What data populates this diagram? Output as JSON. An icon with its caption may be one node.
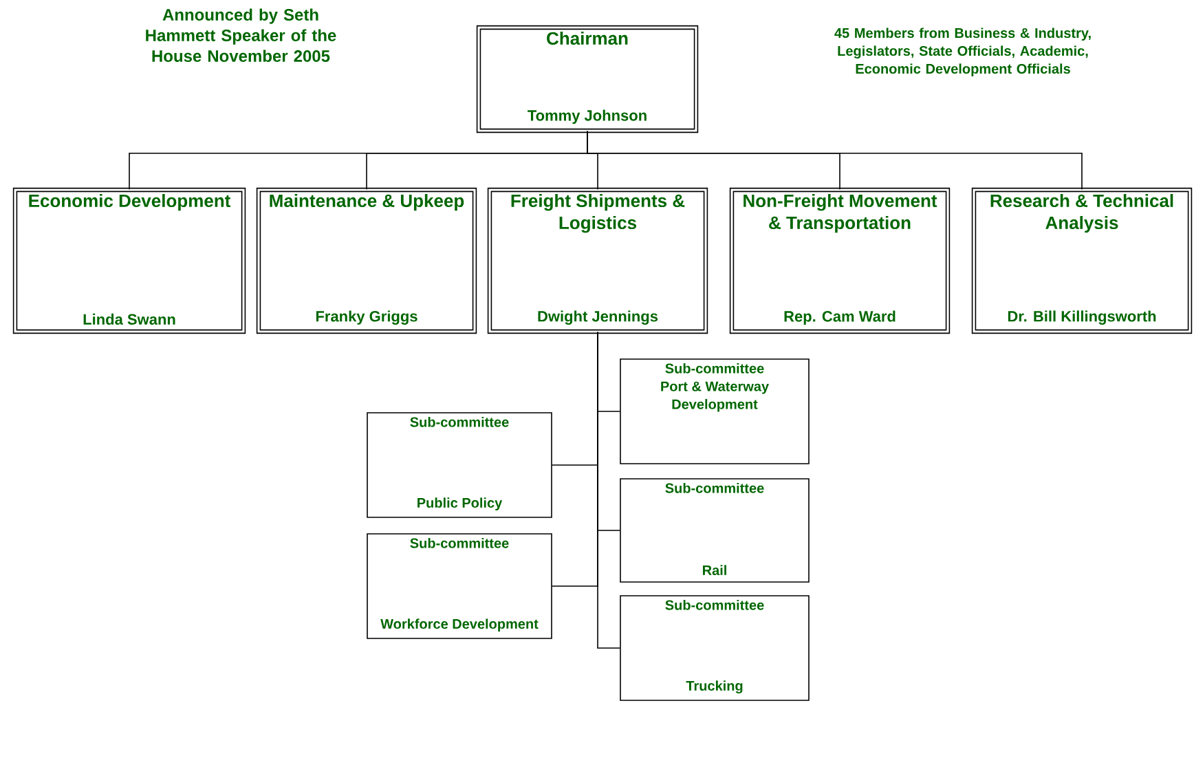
{
  "diagram": {
    "nodes": [
      {
        "text": [
          "Chairman",
          "Tommy Johnson"
        ]
      },
      {
        "text": [
          "Economic Development",
          "Linda Swann"
        ]
      },
      {
        "text": [
          "Maintenance & Upkeep",
          "Franky Griggs"
        ]
      },
      {
        "text": [
          "Freight Shipments & Logistics",
          "Dwight Jennings"
        ]
      },
      {
        "text": [
          "Non-Freight Movement & Transportation",
          "Rep. Cam Ward"
        ]
      },
      {
        "text": [
          "Research & Technical Analysis",
          "Dr. Bill Killingsworth"
        ]
      },
      {
        "text": [
          "Sub-committee",
          "Port & Waterway Development"
        ]
      },
      {
        "text": [
          "Sub-committee",
          "Public Policy"
        ]
      },
      {
        "text": [
          "Sub-committee",
          "Rail"
        ]
      },
      {
        "text": [
          "Sub-committee",
          "Workforce Development"
        ]
      },
      {
        "text": [
          "Sub-committee",
          "Trucking"
        ]
      }
    ],
    "edges": [
      {
        "from": 0,
        "to": 1,
        "arrow": "none"
      },
      {
        "from": 0,
        "to": 2,
        "arrow": "none"
      },
      {
        "from": 0,
        "to": 3,
        "arrow": "none"
      },
      {
        "from": 0,
        "to": 4,
        "arrow": "none"
      },
      {
        "from": 0,
        "to": 5,
        "arrow": "none"
      },
      {
        "from": 3,
        "to": 6,
        "arrow": "none"
      },
      {
        "from": 3,
        "to": 7,
        "arrow": "none"
      },
      {
        "from": 3,
        "to": 8,
        "arrow": "none"
      },
      {
        "from": 3,
        "to": 9,
        "arrow": "none"
      },
      {
        "from": 3,
        "to": 10,
        "arrow": "none"
      }
    ],
    "labels": [
      "Announced by Seth Hammett Speaker of the House November 2005",
      "45 Members from Business & Industry, Legislators, State Officials, Academic, Economic Development Officials"
    ]
  }
}
